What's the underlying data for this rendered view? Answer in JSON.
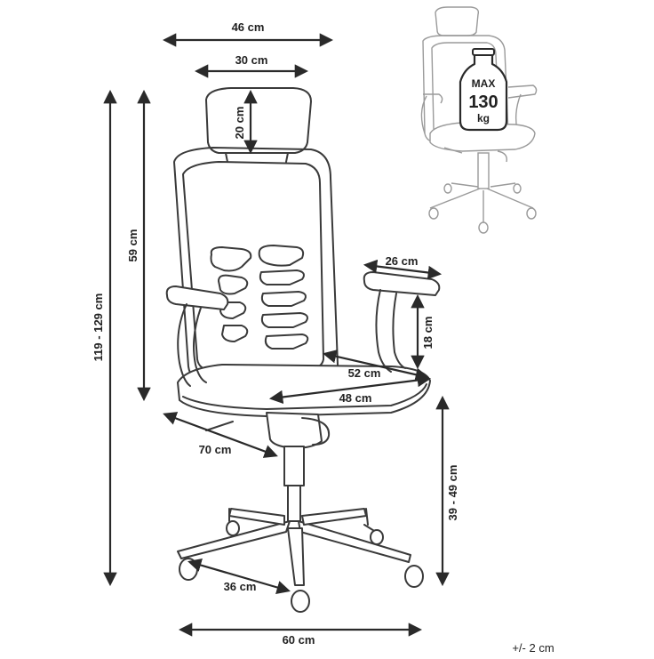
{
  "dimensions": {
    "overall_width": "46 cm",
    "headrest_width": "30 cm",
    "headrest_height": "20 cm",
    "total_height": "119 - 129 cm",
    "backrest_height": "59 cm",
    "armrest_length": "26 cm",
    "armrest_height": "18 cm",
    "seat_depth": "52 cm",
    "seat_width": "48 cm",
    "depth": "70 cm",
    "seat_height": "39 - 49 cm",
    "leg_length": "36 cm",
    "base_width": "60 cm"
  },
  "weight_badge": {
    "top": "MAX",
    "value": "130",
    "unit": "kg"
  },
  "tolerance": "+/- 2 cm"
}
